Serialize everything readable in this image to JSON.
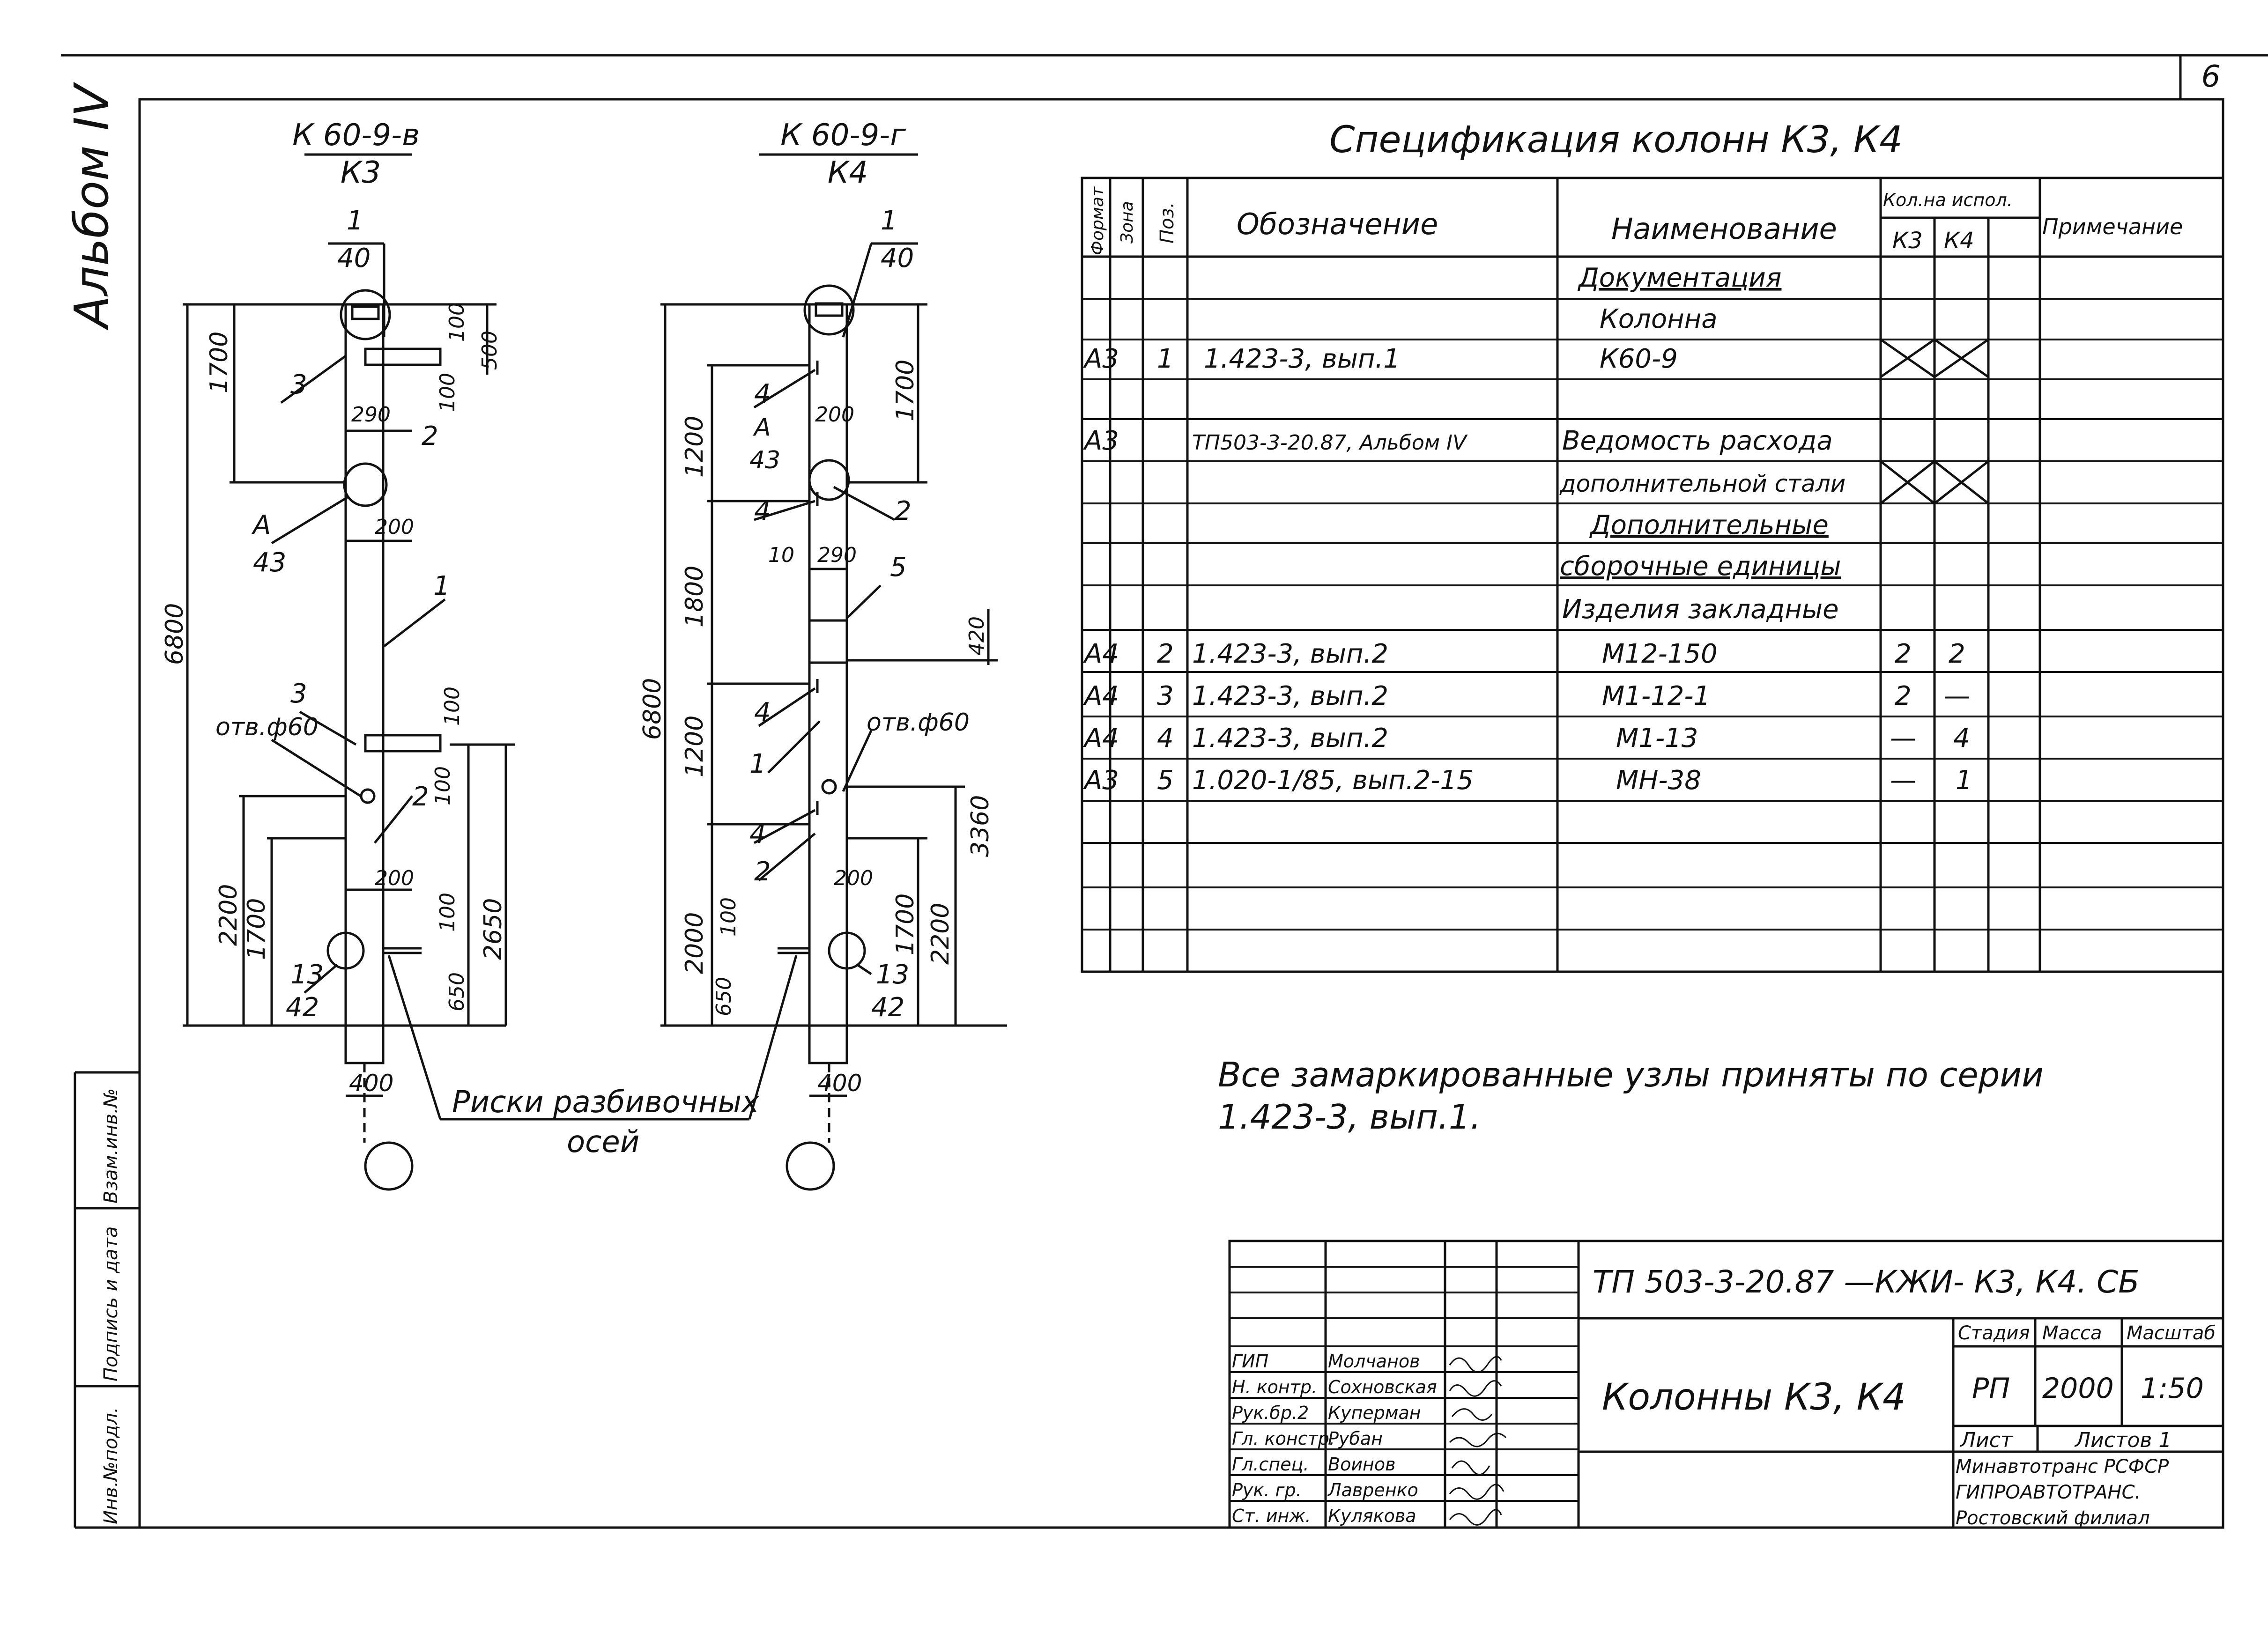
{
  "sheet": {
    "page_number": "6",
    "album_label": "Альбом IV",
    "side_stamps": [
      "Инв.№подл.",
      "Подпись и дата",
      "Взам.инв.№"
    ]
  },
  "columns": [
    {
      "id": "k3",
      "mark": "К 60-9-в",
      "name": "К3",
      "node_callout_top": {
        "num": "1",
        "den": "40"
      },
      "node_callout_a": {
        "num": "А",
        "den": "43"
      },
      "node_callout_bottom": {
        "num": "13",
        "den": "42"
      },
      "hole_label": "отв.ф60",
      "width_label": "400",
      "dims_left": [
        "1700",
        "6800",
        "2200",
        "1700"
      ],
      "dims_right": [
        "500",
        "100",
        "100",
        "100",
        "100",
        "2650",
        "100",
        "650"
      ],
      "inner_dims": [
        "290",
        "200",
        "200"
      ],
      "positions": [
        "3",
        "2",
        "1",
        "3",
        "2"
      ]
    },
    {
      "id": "k4",
      "mark": "К 60-9-г",
      "name": "К4",
      "node_callout_top": {
        "num": "1",
        "den": "40"
      },
      "node_callout_a": {
        "num": "А",
        "den": "43"
      },
      "node_callout_bottom": {
        "num": "13",
        "den": "42"
      },
      "hole_label": "отв.ф60",
      "width_label": "400",
      "dims_left": [
        "1200",
        "6800",
        "1800",
        "1200",
        "2000",
        "100",
        "650"
      ],
      "dims_right": [
        "1700",
        "420",
        "3360",
        "1700",
        "2200"
      ],
      "inner_dims": [
        "200",
        "290",
        "10",
        "200"
      ],
      "positions": [
        "4",
        "2",
        "4",
        "5",
        "4",
        "1",
        "4",
        "2"
      ]
    }
  ],
  "leader_label": [
    "Риски разбивочных",
    "осей"
  ],
  "spec": {
    "title": "Спецификация колонн К3, К4",
    "headers": {
      "format": "Формат",
      "zone": "Зона",
      "pos": "Поз.",
      "designation": "Обозначение",
      "name": "Наименование",
      "qty_group": "Кол.на испол.",
      "k3": "К3",
      "k4": "К4",
      "note": "Примечание"
    },
    "rows": [
      {
        "format": "",
        "pos": "",
        "designation": "",
        "name": "Документация",
        "k3": "",
        "k4": "",
        "underline": true
      },
      {
        "format": "",
        "pos": "",
        "designation": "",
        "name": "Колонна",
        "k3": "",
        "k4": ""
      },
      {
        "format": "А3",
        "pos": "1",
        "designation": "1.423-3, вып.1",
        "name": "К60-9",
        "k3": "x",
        "k4": "x"
      },
      {
        "format": "",
        "pos": "",
        "designation": "",
        "name": "",
        "k3": "",
        "k4": ""
      },
      {
        "format": "А3",
        "pos": "",
        "designation": "ТП503-3-20.87, Альбом IV",
        "name": "Ведомость расхода",
        "k3": "",
        "k4": ""
      },
      {
        "format": "",
        "pos": "",
        "designation": "",
        "name": "дополнительной стали",
        "k3": "x",
        "k4": "x"
      },
      {
        "format": "",
        "pos": "",
        "designation": "",
        "name": "Дополнительные",
        "k3": "",
        "k4": "",
        "underline": true
      },
      {
        "format": "",
        "pos": "",
        "designation": "",
        "name": "сборочные единицы",
        "k3": "",
        "k4": "",
        "underline": true
      },
      {
        "format": "",
        "pos": "",
        "designation": "",
        "name": "Изделия закладные",
        "k3": "",
        "k4": "",
        "underline": true
      },
      {
        "format": "А4",
        "pos": "2",
        "designation": "1.423-3, вып.2",
        "name": "М12-150",
        "k3": "2",
        "k4": "2"
      },
      {
        "format": "А4",
        "pos": "3",
        "designation": "1.423-3, вып.2",
        "name": "М1-12-1",
        "k3": "2",
        "k4": "—"
      },
      {
        "format": "А4",
        "pos": "4",
        "designation": "1.423-3, вып.2",
        "name": "М1-13",
        "k3": "—",
        "k4": "4"
      },
      {
        "format": "А3",
        "pos": "5",
        "designation": "1.020-1/85, вып.2-15",
        "name": "МН-38",
        "k3": "—",
        "k4": "1"
      },
      {
        "format": "",
        "pos": "",
        "designation": "",
        "name": "",
        "k3": "",
        "k4": ""
      },
      {
        "format": "",
        "pos": "",
        "designation": "",
        "name": "",
        "k3": "",
        "k4": ""
      },
      {
        "format": "",
        "pos": "",
        "designation": "",
        "name": "",
        "k3": "",
        "k4": ""
      },
      {
        "format": "",
        "pos": "",
        "designation": "",
        "name": "",
        "k3": "",
        "k4": ""
      }
    ]
  },
  "note": [
    "Все замаркированные узлы приняты по серии",
    "1.423-3, вып.1."
  ],
  "title_block": {
    "code": "ТП  503-3-20.87 —КЖИ- К3, К4. СБ",
    "drawing_name": "Колонны К3, К4",
    "stage_label": "Стадия",
    "mass_label": "Масса",
    "scale_label": "Масштаб",
    "stage": "РП",
    "mass": "2000",
    "scale": "1:50",
    "sheet_label": "Лист",
    "sheets_label": "Листов 1",
    "org": [
      "Минавтотранс РСФСР",
      "ГИПРОАВТОТРАНС.",
      "Ростовский филиал"
    ],
    "staff": [
      {
        "role": "ГИП",
        "name": "Молчанов"
      },
      {
        "role": "Н. контр.",
        "name": "Сохновская"
      },
      {
        "role": "Рук.бр.2",
        "name": "Куперман"
      },
      {
        "role": "Гл. констр.",
        "name": "Рубан"
      },
      {
        "role": "Гл.спец.",
        "name": "Воинов"
      },
      {
        "role": "Рук. гр.",
        "name": "Лавренко"
      },
      {
        "role": "Ст. инж.",
        "name": "Кулякова"
      }
    ]
  }
}
